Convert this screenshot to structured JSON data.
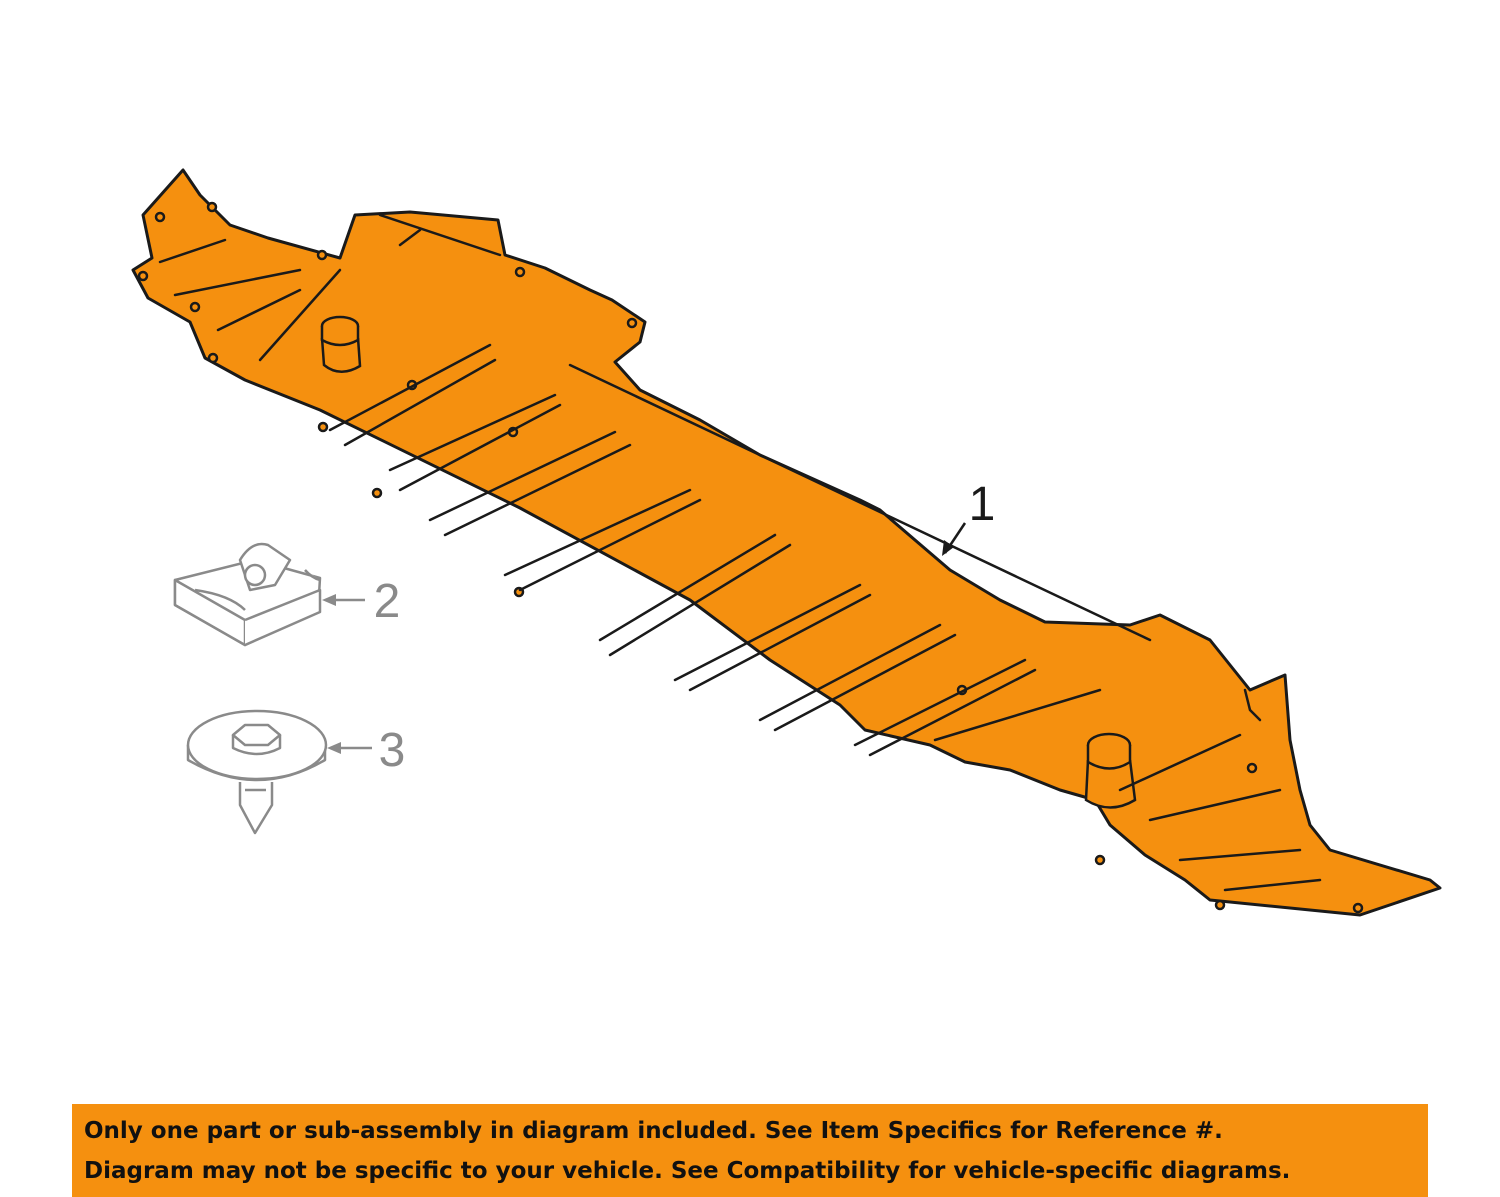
{
  "colors": {
    "part_fill": "#f5900f",
    "outline": "#1a1a1a",
    "hardware_outline": "#8a8a8a",
    "banner_bg": "#f5900f",
    "banner_text": "#111111"
  },
  "callouts": [
    {
      "label": "1",
      "part": "splash-shield"
    },
    {
      "label": "2",
      "part": "clip-nut"
    },
    {
      "label": "3",
      "part": "push-pin-fastener"
    }
  ],
  "banner": {
    "line1": "Only one part or sub-assembly in diagram included. See Item Specifics for Reference #.",
    "line2": "Diagram may not be specific to your vehicle. See Compatibility for vehicle-specific diagrams."
  }
}
